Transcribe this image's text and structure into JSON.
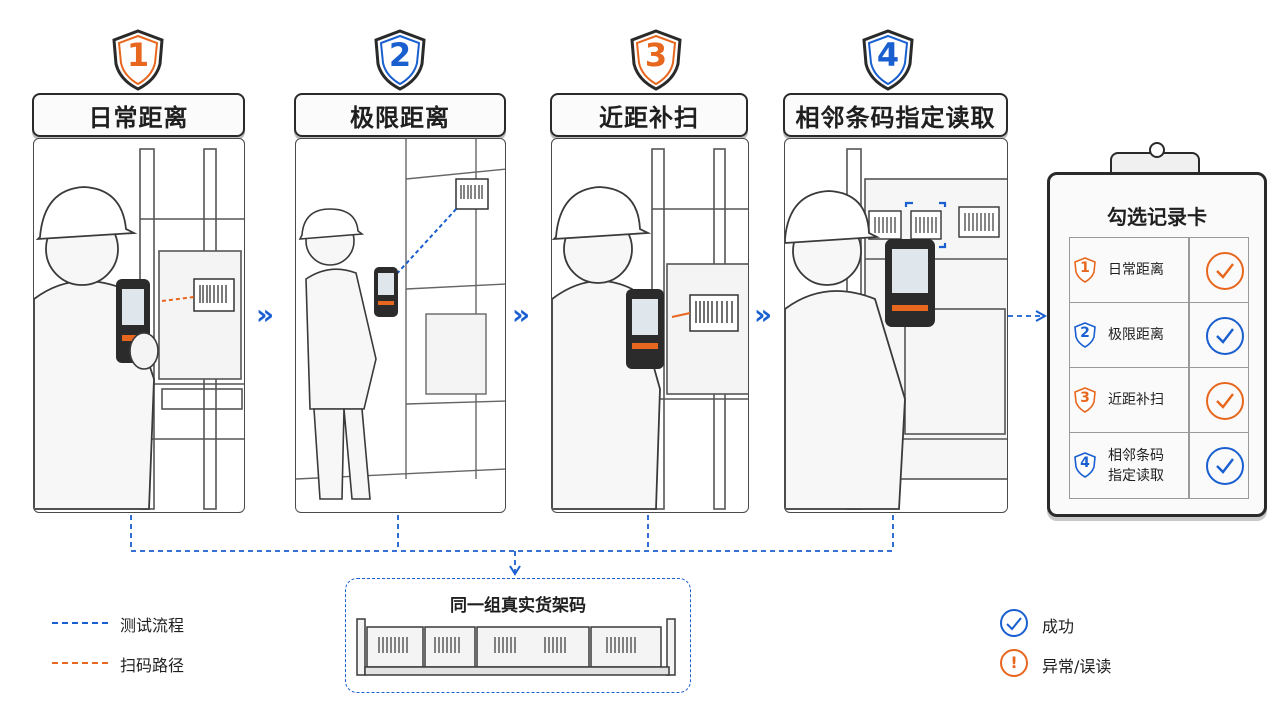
{
  "steps": [
    {
      "num": "1",
      "label": "日常距离",
      "color": "#e8671e"
    },
    {
      "num": "2",
      "label": "极限距离",
      "color": "#1a5fd0"
    },
    {
      "num": "3",
      "label": "近距补扫",
      "color": "#e8671e"
    },
    {
      "num": "4",
      "label": "相邻条码指定读取",
      "color": "#1a5fd0"
    }
  ],
  "card": {
    "title": "勾选记录卡",
    "rows": [
      {
        "num": "1",
        "text_line1": "日常距离",
        "text_line2": "",
        "color": "#e8671e",
        "check_color": "#e8671e"
      },
      {
        "num": "2",
        "text_line1": "极限距离",
        "text_line2": "",
        "color": "#1a5fd0",
        "check_color": "#1a5fd0"
      },
      {
        "num": "3",
        "text_line1": "近距补扫",
        "text_line2": "",
        "color": "#e8671e",
        "check_color": "#e8671e"
      },
      {
        "num": "4",
        "text_line1": "相邻条码",
        "text_line2": "指定读取",
        "color": "#1a5fd0",
        "check_color": "#1a5fd0"
      }
    ]
  },
  "bottom": {
    "title": "同一组真实货架码"
  },
  "legend": {
    "test_flow": "测试流程",
    "scan_path": "扫码路径",
    "success": "成功",
    "error": "异常/误读",
    "error_symbol": "!"
  },
  "colors": {
    "blue": "#1a5fd0",
    "orange": "#e8671e",
    "ink": "#2a2a2a"
  }
}
